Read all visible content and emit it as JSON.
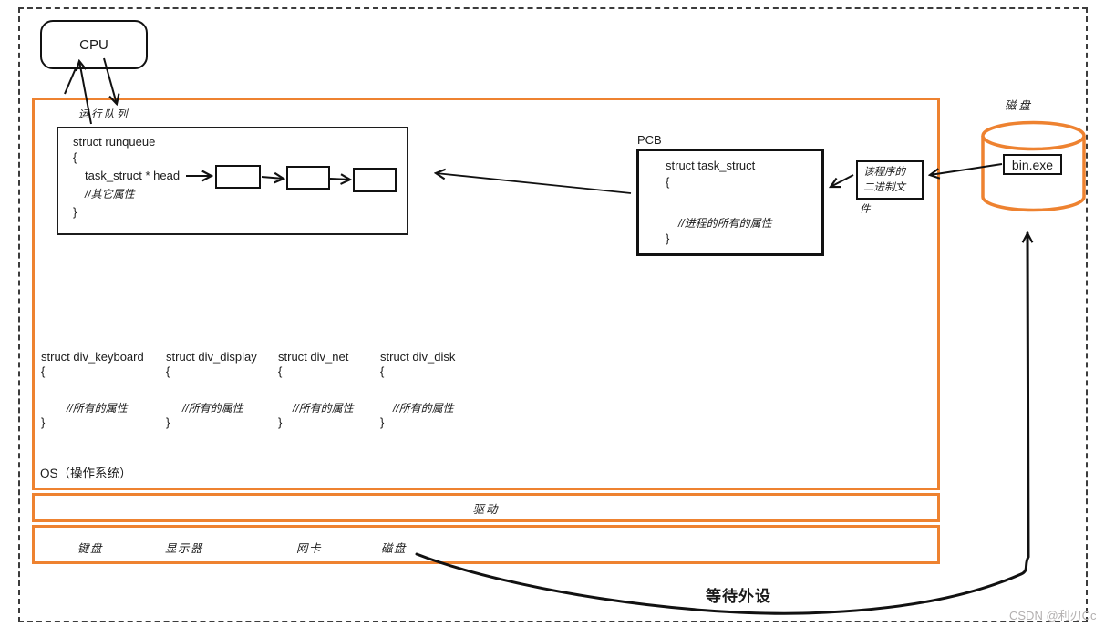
{
  "colors": {
    "accent_orange": "#EE8230",
    "line_black": "#1a1a1a",
    "watermark_gray": "#b3b0b0"
  },
  "cpu": {
    "label": "CPU"
  },
  "labels": {
    "run_queue": "运行队列",
    "pcb": "PCB",
    "os": "OS（操作系统）",
    "driver_band": "驱动",
    "wait": "等待外设",
    "disk": "磁盘",
    "watermark": "CSDN @利刃Cc"
  },
  "punct": {
    "open": "{",
    "close": "}"
  },
  "runqueue": {
    "name": "struct runqueue",
    "field": "task_struct * head",
    "comment": "//其它属性"
  },
  "task_struct": {
    "name": "struct task_struct",
    "comment": "//进程的所有的属性"
  },
  "binary_file": {
    "line1": "该程序的",
    "line2": "二进制文",
    "line3": "件"
  },
  "bin_exe": {
    "label": "bin.exe"
  },
  "drivers": [
    {
      "name": "struct div_keyboard",
      "comment": "//所有的属性"
    },
    {
      "name": "struct div_display",
      "comment": "//所有的属性"
    },
    {
      "name": "struct div_net",
      "comment": "//所有的属性"
    },
    {
      "name": "struct div_disk",
      "comment": "//所有的属性"
    }
  ],
  "devices": [
    {
      "label": "键盘"
    },
    {
      "label": "显示器"
    },
    {
      "label": "网卡"
    },
    {
      "label": "磁盘"
    }
  ]
}
